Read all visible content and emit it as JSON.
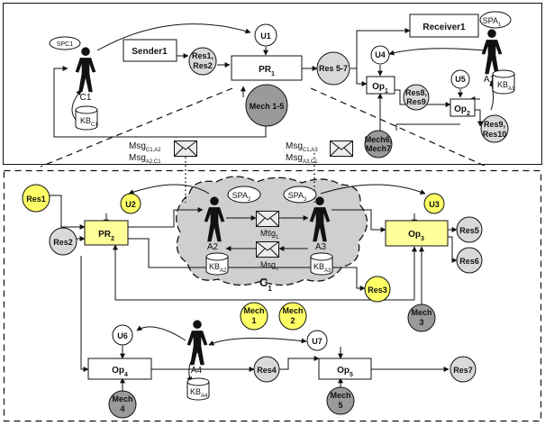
{
  "top": {
    "sender": "Sender1",
    "receiver": "Receiver1",
    "pr": {
      "main": "PR",
      "sub": "1"
    },
    "op1": {
      "main": "Op",
      "sub": "1"
    },
    "op2": {
      "main": "Op",
      "sub": "2"
    },
    "u1": "U1",
    "u4": "U4",
    "u5": "U5",
    "res_in": [
      "Res1,",
      "Res2"
    ],
    "res57": "Res 5-7",
    "res89": [
      "Res8,",
      "Res9"
    ],
    "res910": [
      "Res9,",
      "Res10"
    ],
    "mech15": "Mech 1-5",
    "mech67": [
      "Mech6,",
      "Mech7"
    ],
    "spc1": "SPC1",
    "c1": "C1",
    "kbc1": {
      "main": "KB",
      "sub": "C1"
    },
    "spa1": {
      "main": "SPA",
      "sub": "1"
    },
    "a1": "A1",
    "kba1": {
      "main": "KB",
      "sub": "A1"
    },
    "msg_left": [
      {
        "main": "Msg",
        "sub": "C1,A2"
      },
      {
        "main": "Msg",
        "sub": "A2,C1"
      }
    ],
    "msg_right": [
      {
        "main": "Msg",
        "sub": "C1,A3"
      },
      {
        "main": "Msg",
        "sub": "A3,C1"
      }
    ]
  },
  "bottom": {
    "res1": "Res1",
    "res2": "Res2",
    "res3": "Res3",
    "res4": "Res4",
    "res5": "Res5",
    "res6": "Res6",
    "res7": "Res7",
    "u2": "U2",
    "u3": "U3",
    "u6": "U6",
    "u7": "U7",
    "pr2": {
      "main": "PR",
      "sub": "2"
    },
    "op3": {
      "main": "Op",
      "sub": "3"
    },
    "op4": {
      "main": "Op",
      "sub": "4"
    },
    "op5": {
      "main": "Op",
      "sub": "5"
    },
    "spa2": {
      "main": "SPA",
      "sub": "2"
    },
    "spa3": {
      "main": "SPA",
      "sub": "3"
    },
    "a2": "A2",
    "a3": "A3",
    "a4": "A4",
    "kba2": {
      "main": "KB",
      "sub": "A2"
    },
    "kba3": {
      "main": "KB",
      "sub": "A3"
    },
    "kba4": {
      "main": "KB",
      "sub": "A4"
    },
    "msg1": {
      "main": "Msg",
      "sub": "1"
    },
    "msgn": {
      "main": "Msg",
      "sub": "n"
    },
    "ellipsis": "...",
    "c1": {
      "main": "C",
      "sub": "1"
    },
    "mech1": [
      "Mech",
      "1"
    ],
    "mech2": [
      "Mech",
      "2"
    ],
    "mech3": [
      "Mech",
      "3"
    ],
    "mech4": [
      "Mech",
      "4"
    ],
    "mech5": [
      "Mech",
      "5"
    ]
  },
  "colors": {
    "yellow": "#ffff66",
    "grey": "#d9d9d9",
    "dark_grey": "#9a9a9a",
    "line": "#111111"
  }
}
